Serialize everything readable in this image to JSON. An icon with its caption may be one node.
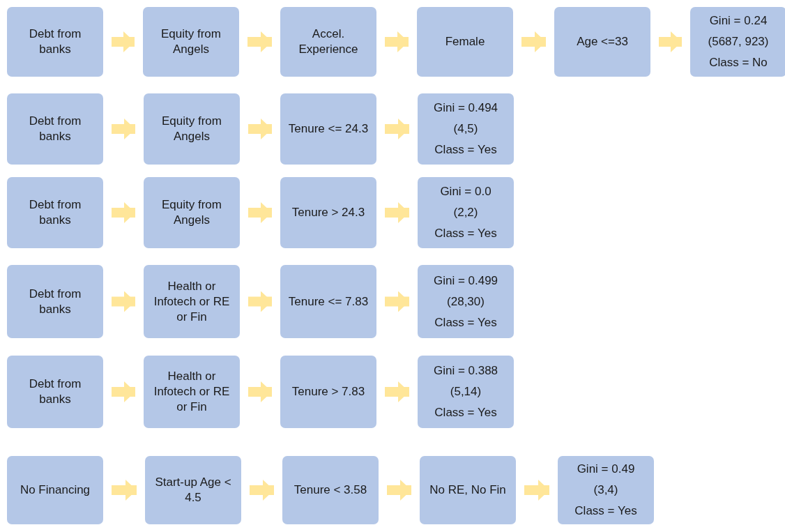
{
  "diagram": {
    "nodes": [
      {
        "text": [
          "Debt from banks"
        ]
      },
      {
        "text": [
          "Equity from Angels"
        ]
      },
      {
        "text": [
          "Accel. Experience"
        ]
      },
      {
        "text": [
          "Female"
        ]
      },
      {
        "text": [
          "Age <=33"
        ]
      },
      {
        "text": [
          "Gini = 0.24",
          "(5687, 923)",
          "Class = No"
        ]
      },
      {
        "text": [
          "Debt from banks"
        ]
      },
      {
        "text": [
          "Equity from Angels"
        ]
      },
      {
        "text": [
          "Tenure <= 24.3"
        ]
      },
      {
        "text": [
          "Gini = 0.494",
          "(4,5)",
          "Class = Yes"
        ]
      },
      {
        "text": [
          "Debt from banks"
        ]
      },
      {
        "text": [
          "Equity from Angels"
        ]
      },
      {
        "text": [
          "Tenure > 24.3"
        ]
      },
      {
        "text": [
          "Gini = 0.0",
          "(2,2)",
          "Class = Yes"
        ]
      },
      {
        "text": [
          "Debt from banks"
        ]
      },
      {
        "text": [
          "Health or Infotech or RE or Fin"
        ]
      },
      {
        "text": [
          "Tenure <= 7.83"
        ]
      },
      {
        "text": [
          "Gini = 0.499",
          "(28,30)",
          "Class = Yes"
        ]
      },
      {
        "text": [
          "Debt from banks"
        ]
      },
      {
        "text": [
          "Health or Infotech or RE or Fin"
        ]
      },
      {
        "text": [
          "Tenure > 7.83"
        ]
      },
      {
        "text": [
          "Gini = 0.388",
          "(5,14)",
          "Class = Yes"
        ]
      },
      {
        "text": [
          "No Financing"
        ]
      },
      {
        "text": [
          "Start-up Age < 4.5"
        ]
      },
      {
        "text": [
          "Tenure < 3.58"
        ]
      },
      {
        "text": [
          "No RE, No Fin"
        ]
      },
      {
        "text": [
          "Gini = 0.49",
          "(3,4)",
          "Class = Yes"
        ]
      }
    ],
    "edges": [
      {
        "from": 0,
        "to": 1,
        "arrow": "to"
      },
      {
        "from": 1,
        "to": 2,
        "arrow": "to"
      },
      {
        "from": 2,
        "to": 3,
        "arrow": "to"
      },
      {
        "from": 3,
        "to": 4,
        "arrow": "to"
      },
      {
        "from": 4,
        "to": 5,
        "arrow": "to"
      },
      {
        "from": 6,
        "to": 7,
        "arrow": "to"
      },
      {
        "from": 7,
        "to": 8,
        "arrow": "to"
      },
      {
        "from": 8,
        "to": 9,
        "arrow": "to"
      },
      {
        "from": 10,
        "to": 11,
        "arrow": "to"
      },
      {
        "from": 11,
        "to": 12,
        "arrow": "to"
      },
      {
        "from": 12,
        "to": 13,
        "arrow": "to"
      },
      {
        "from": 14,
        "to": 15,
        "arrow": "to"
      },
      {
        "from": 15,
        "to": 16,
        "arrow": "to"
      },
      {
        "from": 16,
        "to": 17,
        "arrow": "to"
      },
      {
        "from": 18,
        "to": 19,
        "arrow": "to"
      },
      {
        "from": 19,
        "to": 20,
        "arrow": "to"
      },
      {
        "from": 20,
        "to": 21,
        "arrow": "to"
      },
      {
        "from": 22,
        "to": 23,
        "arrow": "to"
      },
      {
        "from": 23,
        "to": 24,
        "arrow": "to"
      },
      {
        "from": 24,
        "to": 25,
        "arrow": "to"
      },
      {
        "from": 25,
        "to": 26,
        "arrow": "to"
      }
    ]
  }
}
